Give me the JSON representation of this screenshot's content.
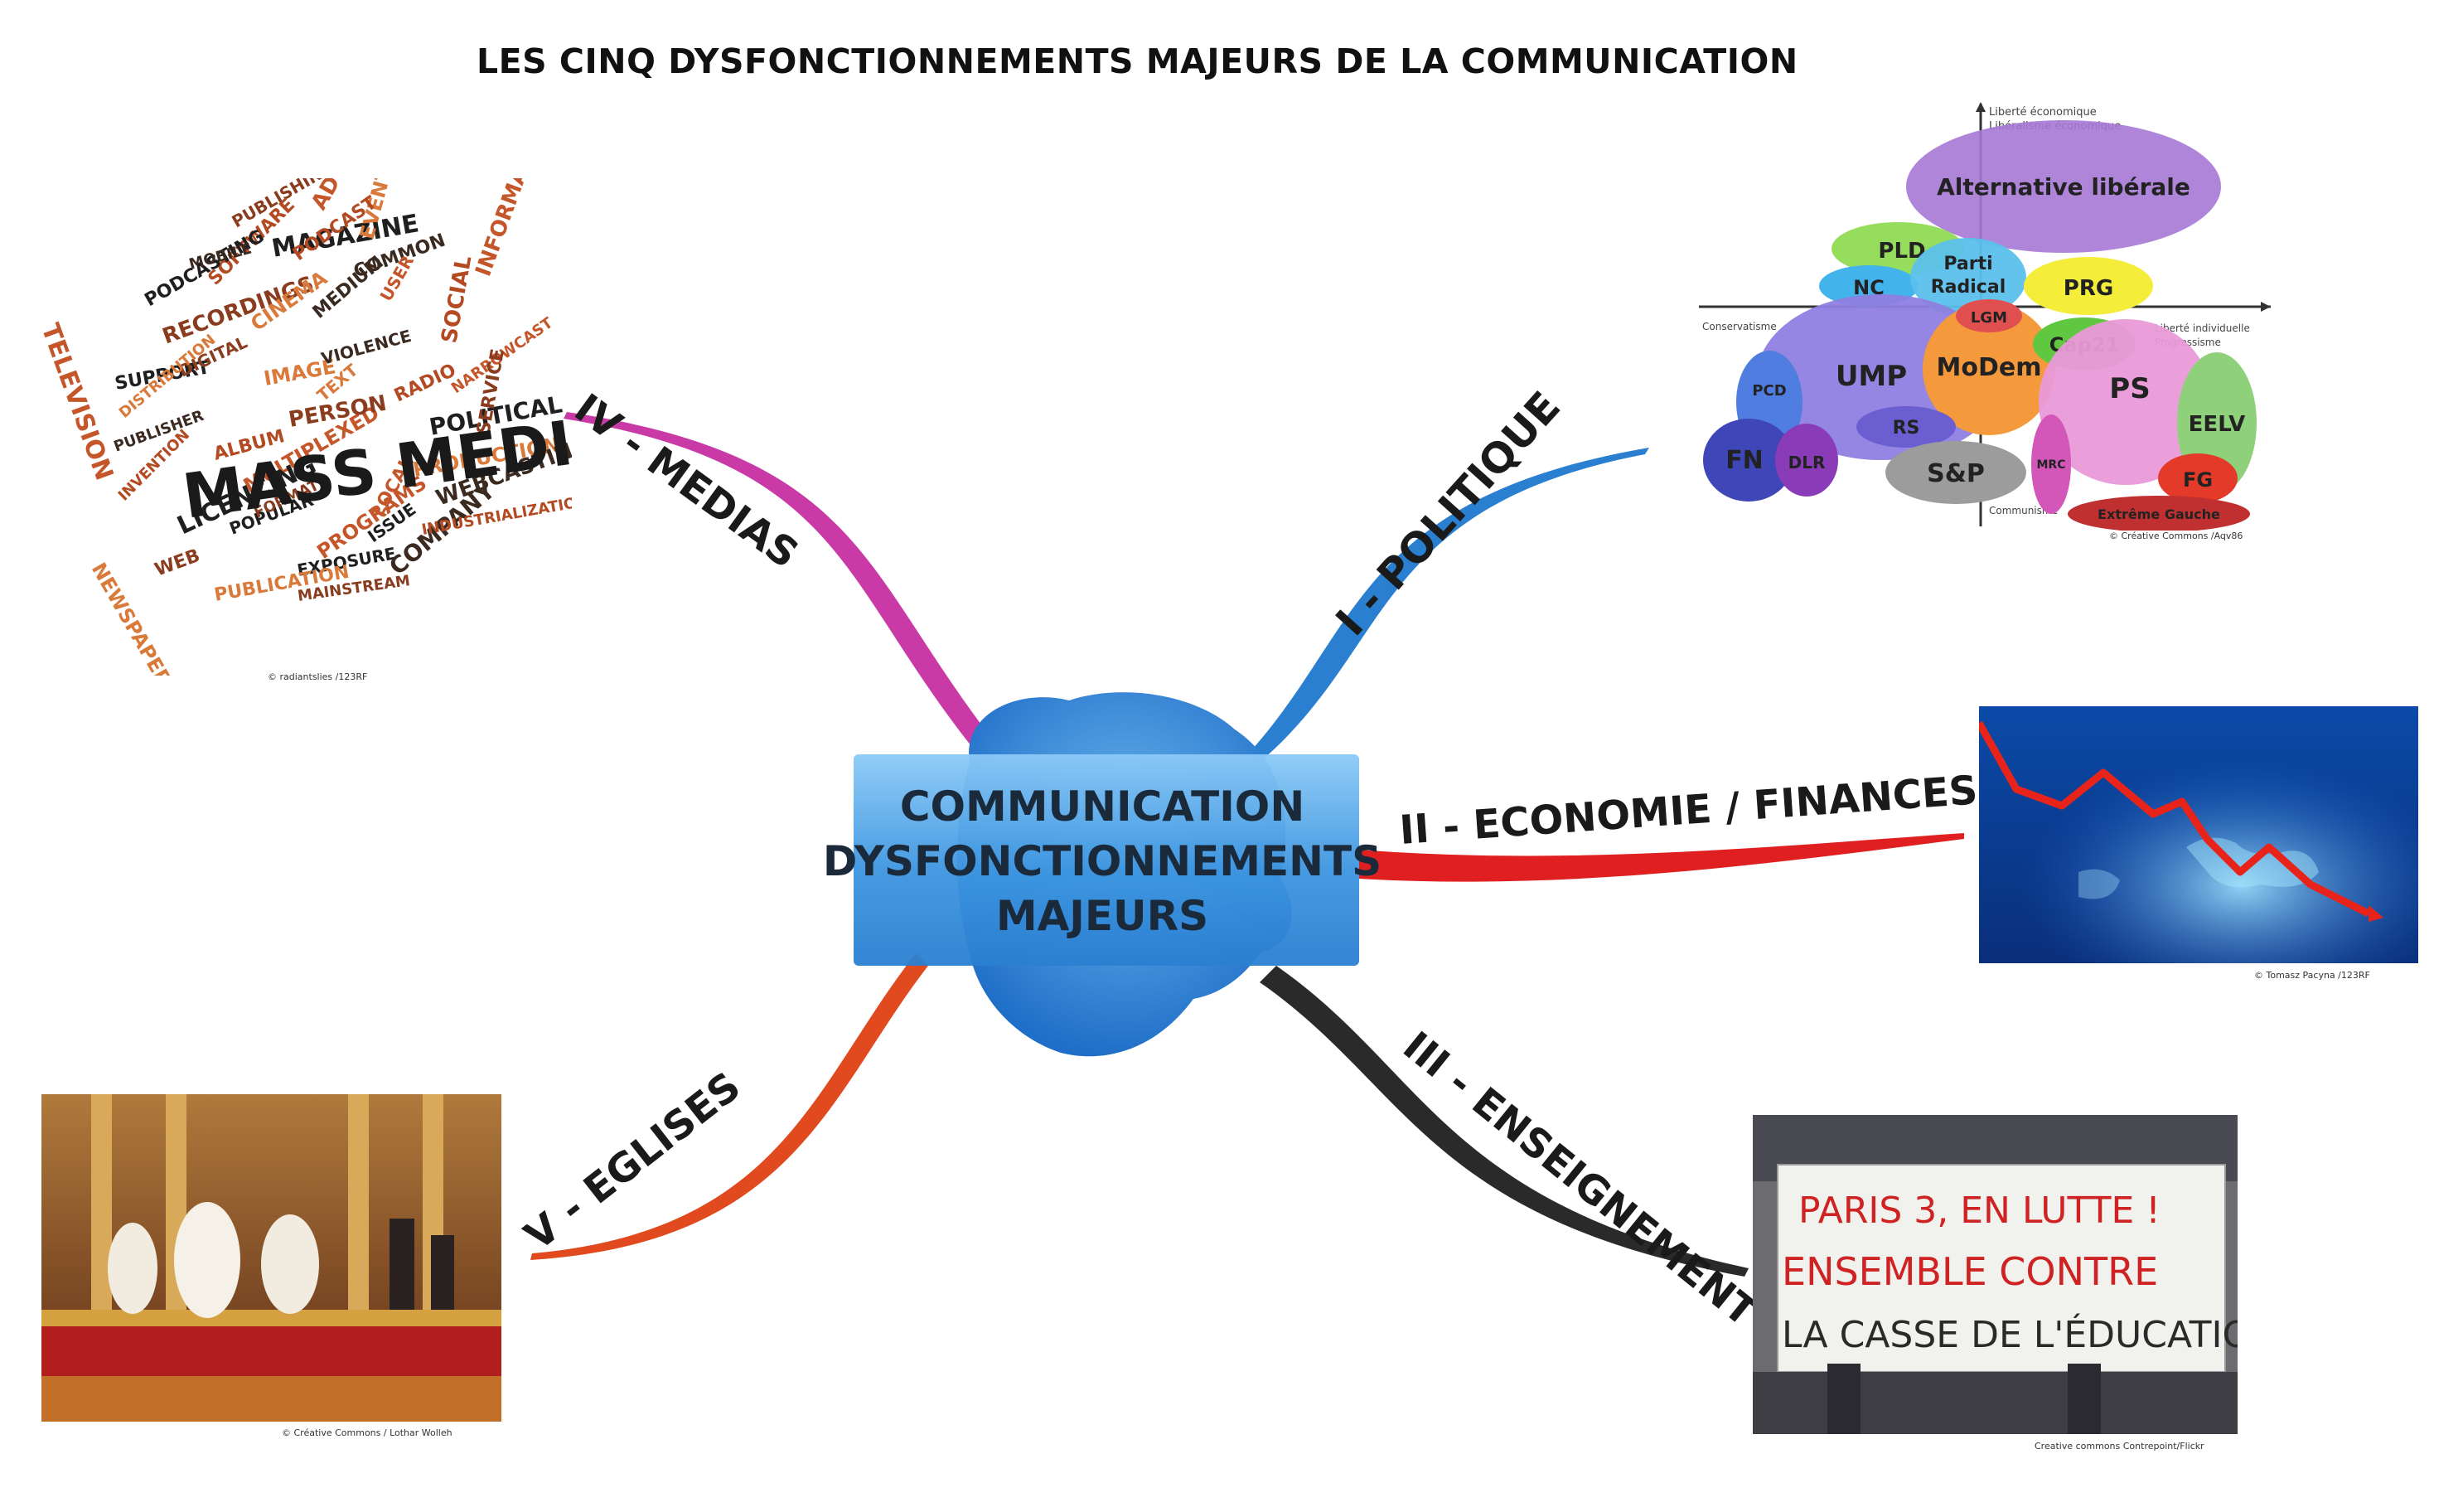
{
  "title": "LES CINQ DYSFONCTIONNEMENTS MAJEURS DE LA COMMUNICATION",
  "center": {
    "line1": "COMMUNICATION",
    "line2": "DYSFONCTIONNEMENTS",
    "line3": "MAJEURS"
  },
  "branches": {
    "politique": {
      "label": "I - POLITIQUE",
      "color": "#2a7fd0"
    },
    "economie": {
      "label": "II - ECONOMIE / FINANCES",
      "color": "#e02020"
    },
    "enseignement": {
      "label": "III - ENSEIGNEMENT",
      "color": "#2a2a2a"
    },
    "medias": {
      "label": "IV - MEDIAS",
      "color": "#c93aa6"
    },
    "eglises": {
      "label": "V - EGLISES",
      "color": "#e04a1e"
    }
  },
  "political_map": {
    "axis_top_1": "Liberté économique",
    "axis_top_2": "Libéralisme économique",
    "axis_left": "Conservatisme",
    "axis_right_1": "Liberté individuelle",
    "axis_right_2": "Progressisme",
    "axis_bottom": "Communisme",
    "parties": {
      "alt": "Alternative libérale",
      "pld": "PLD",
      "nc": "NC",
      "parti": "Parti",
      "radical": "Radical",
      "prg": "PRG",
      "lgm": "LGM",
      "cap21": "Cap21",
      "ump": "UMP",
      "modem": "MoDem",
      "ps": "PS",
      "eelv": "EELV",
      "pcd": "PCD",
      "fn": "FN",
      "dlr": "DLR",
      "rs": "RS",
      "sp": "S&P",
      "mrc": "MRC",
      "fg": "FG",
      "extreme": "Extrême Gauche"
    },
    "credit": "© Créative Commons /Aqv86"
  },
  "wordcloud": {
    "main": "MASS MEDIA",
    "words": [
      "ADVERTISING",
      "MAGAZINE",
      "PUBLISHING",
      "EVENT",
      "COMMON",
      "SOFTWARE",
      "INFORMATION",
      "PODCASTING",
      "RECORDINGS",
      "CINEMA",
      "MEDIUM",
      "SOCIAL",
      "TELEVISION",
      "SUPPORT",
      "DIGITAL",
      "IMAGE",
      "VIOLENCE",
      "RADIO",
      "NARROWCAST",
      "POLITICAL",
      "SERVICE",
      "PRODUCTION",
      "WEBCASTING",
      "ALBUM",
      "MULTIPLEXED",
      "LICENCING",
      "WEB",
      "NEWSPAPER",
      "PUBLISHER",
      "INVENTION",
      "PROGRAMS",
      "EXPOSURE",
      "MAINSTREAM",
      "PUBLICATION",
      "COMPANY",
      "INDUSTRIALIZATION",
      "LOCAL",
      "ISSUE",
      "PERSON",
      "TEXT",
      "MOBILE",
      "PODCAST",
      "USER",
      "POPULAR",
      "FORMAT",
      "DISTRIBUTION"
    ],
    "credit": "© radiantslies /123RF"
  },
  "finance_credit": "© Tomasz Pacyna /123RF",
  "banner": {
    "line1": "PARIS 3, EN LUTTE !",
    "line2": "ENSEMBLE   CONTRE",
    "line3": "LA CASSE DE L'ÉDUCATION",
    "credit": "Creative commons Contrepoint/Flickr"
  },
  "church_credit": "© Créative Commons / Lothar Wolleh"
}
